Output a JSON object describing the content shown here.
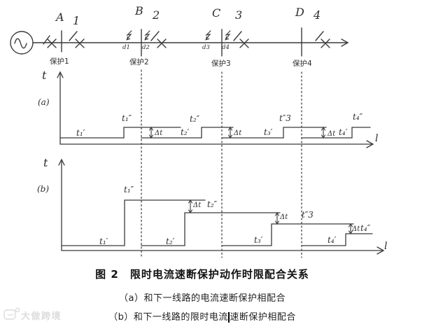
{
  "circuit": {
    "buses": {
      "a": "A",
      "b": "B",
      "c": "C",
      "d": "D"
    },
    "line_numbers": {
      "l1": "1",
      "l2": "2",
      "l3": "3",
      "l4": "4"
    },
    "protections": {
      "p1": "保护1",
      "p2": "保护2",
      "p3": "保护3",
      "p4": "保护4"
    },
    "fault_points": {
      "d1": "d1",
      "d2": "d2",
      "d3": "d3",
      "d4": "d4"
    }
  },
  "diagram_a": {
    "tag": "(a)",
    "y_axis_label": "t",
    "x_axis_label": "l",
    "labels": {
      "t1p": "t₁′",
      "t1pp": "t₁″",
      "t2p": "t₂′",
      "t2pp": "t₂″",
      "t3p": "t₃′",
      "t3pp": "t″3",
      "t4p": "t₄′",
      "t4pp": "t₄″",
      "dt": "Δt"
    }
  },
  "diagram_b": {
    "tag": "(b)",
    "y_axis_label": "t",
    "x_axis_label": "l",
    "labels": {
      "t1p": "t₁′",
      "t1pp": "t₁″",
      "t2p": "t₂′",
      "t2pp": "t₂″",
      "t3p": "t₃′",
      "t3pp": "t″3",
      "t4p": "t₄′",
      "t4pp": "t₄″",
      "dt": "Δt"
    }
  },
  "captions": {
    "title": "图 2　限时电流速断保护动作时限配合关系",
    "item_a": "（a）和下一线路的电流速断保护相配合",
    "item_b_pre": "（b）和下一线路的限时电流",
    "item_b_post": "速断保护相配合"
  },
  "watermark": {
    "text": "大做跨境"
  }
}
